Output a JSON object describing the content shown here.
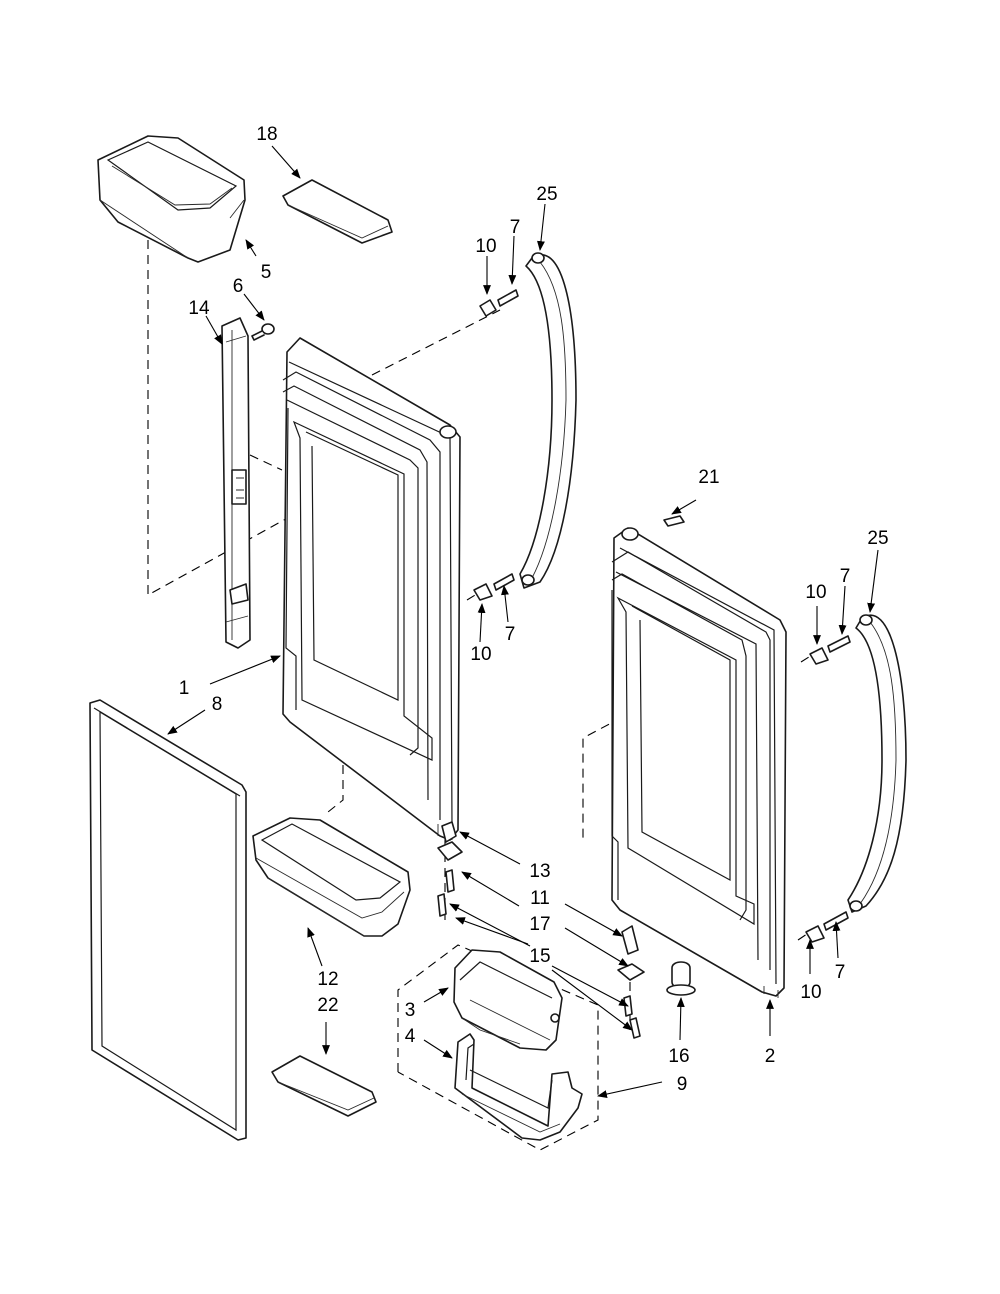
{
  "callouts": {
    "c1": "1",
    "c2": "2",
    "c3": "3",
    "c4": "4",
    "c5": "5",
    "c6": "6",
    "c7a": "7",
    "c7b": "7",
    "c7c": "7",
    "c7d": "7",
    "c8": "8",
    "c9": "9",
    "c10a": "10",
    "c10b": "10",
    "c10c": "10",
    "c10d": "10",
    "c11": "11",
    "c12": "12",
    "c13": "13",
    "c14": "14",
    "c15": "15",
    "c16": "16",
    "c17": "17",
    "c18": "18",
    "c21": "21",
    "c22": "22",
    "c25a": "25",
    "c25b": "25"
  }
}
